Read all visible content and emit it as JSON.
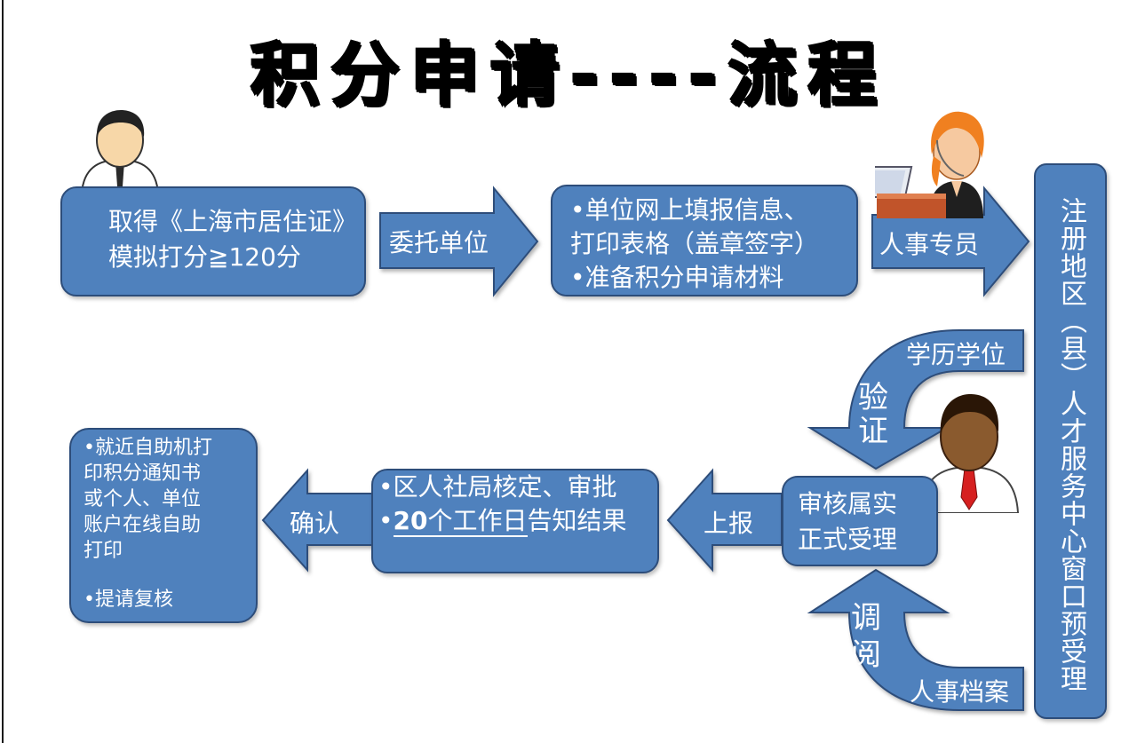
{
  "title": "积分申请----流程",
  "colors": {
    "box_fill": "#4f81bd",
    "box_border": "#2d4d7a",
    "text": "#ffffff"
  },
  "step1": {
    "line1": "取得《上海市居住证》",
    "line2": "模拟打分≧120分",
    "bullet_glyph": ""
  },
  "arrow1_label": "委托单位",
  "step2": {
    "line1": "•单位网上填报信息、",
    "line2": "打印表格（盖章签字）",
    "line3": "•准备积分申请材料"
  },
  "arrow2_label": "人事专员",
  "window_label": "注册地区（县）人才服务中心窗口预受理",
  "verify": {
    "source": "学历学位",
    "action_1": "验",
    "action_2": "证"
  },
  "archive": {
    "source": "人事档案",
    "action_1": "调",
    "action_2": "阅"
  },
  "review": {
    "line1": "审核属实",
    "line2": "正式受理"
  },
  "arrow_report_label": "上报",
  "approve": {
    "line1": "•区人社局核定、审批",
    "bullet": "•",
    "days": "20",
    "days_rest": "个工作日",
    "tail": "告知结果"
  },
  "arrow_confirm_label": "确认",
  "final": {
    "line1": "•就近自助机打",
    "line2": "印积分通知书",
    "line3": "或个人、单位",
    "line4": "账户在线自助",
    "line5": "打印",
    "line6": "•提请复核"
  },
  "icons": [
    "man-user-icon",
    "receptionist-icon",
    "businessman-icon"
  ]
}
